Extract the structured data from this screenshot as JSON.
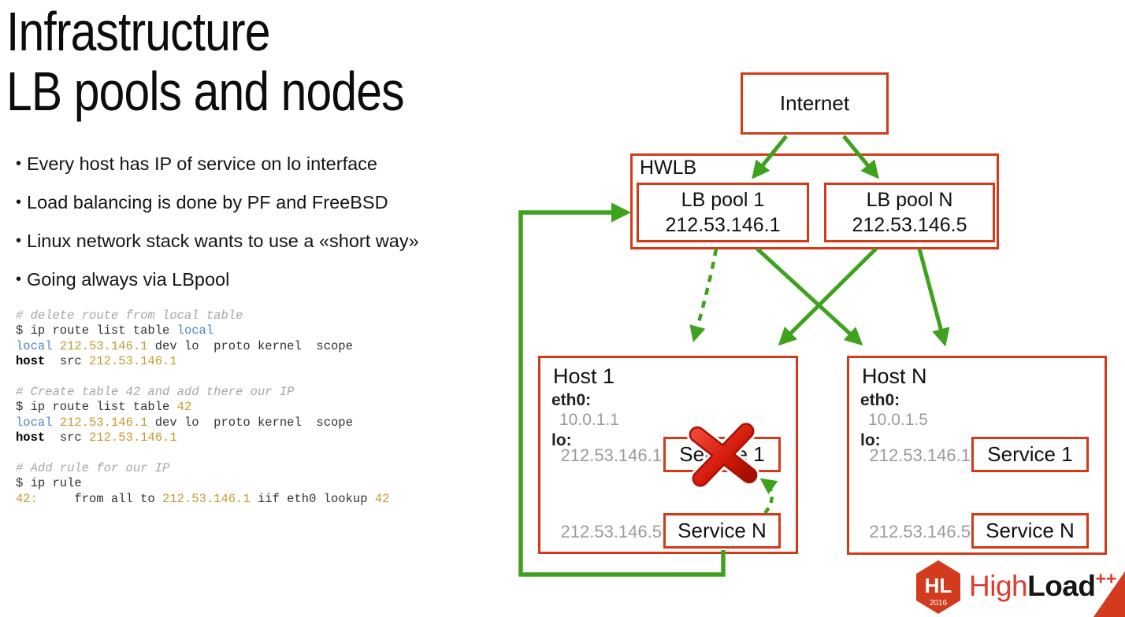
{
  "colors": {
    "box_red": "#d33a17",
    "arrow_green": "#3fa21e",
    "gray_text": "#9b9b9b",
    "code_comment": "#a6a6a6",
    "code_blue": "#4b86c6",
    "code_orange": "#c49b31",
    "brand_red": "#e23a2b"
  },
  "title": {
    "line1": "Infrastructure",
    "line2": "LB pools and nodes"
  },
  "bullets": [
    "Every host has IP of service on lo interface",
    "Load balancing is done by PF and FreeBSD",
    "Linux network stack wants to use a «short way»",
    "Going always via LBpool"
  ],
  "code": {
    "lines": [
      [
        {
          "t": "# delete route from local table",
          "c": "comment"
        }
      ],
      [
        {
          "t": "$ ip route list table ",
          "c": "plain"
        },
        {
          "t": "local",
          "c": "blue"
        }
      ],
      [
        {
          "t": "local",
          "c": "blue"
        },
        {
          "t": " ",
          "c": "plain"
        },
        {
          "t": "212.53.146.1",
          "c": "orange"
        },
        {
          "t": " dev lo  proto kernel  scope",
          "c": "plain"
        }
      ],
      [
        {
          "t": "host",
          "c": "bold"
        },
        {
          "t": "  src ",
          "c": "plain"
        },
        {
          "t": "212.53.146.1",
          "c": "orange"
        }
      ],
      [],
      [
        {
          "t": "# Create table 42 and add there our IP",
          "c": "comment"
        }
      ],
      [
        {
          "t": "$ ip route list table ",
          "c": "plain"
        },
        {
          "t": "42",
          "c": "orange"
        }
      ],
      [
        {
          "t": "local",
          "c": "blue"
        },
        {
          "t": " ",
          "c": "plain"
        },
        {
          "t": "212.53.146.1",
          "c": "orange"
        },
        {
          "t": " dev lo  proto kernel  scope",
          "c": "plain"
        }
      ],
      [
        {
          "t": "host",
          "c": "bold"
        },
        {
          "t": "  src ",
          "c": "plain"
        },
        {
          "t": "212.53.146.1",
          "c": "orange"
        }
      ],
      [],
      [
        {
          "t": "# Add rule for our IP",
          "c": "comment"
        }
      ],
      [
        {
          "t": "$ ip rule",
          "c": "plain"
        }
      ],
      [
        {
          "t": "42:",
          "c": "orange"
        },
        {
          "t": "     from all to ",
          "c": "plain"
        },
        {
          "t": "212.53.146.1",
          "c": "orange"
        },
        {
          "t": " iif eth0 lookup ",
          "c": "plain"
        },
        {
          "t": "42",
          "c": "orange"
        }
      ]
    ]
  },
  "diagram": {
    "internet_label": "Internet",
    "hwlb_label": "HWLB",
    "pools": [
      {
        "name": "LB pool 1",
        "ip": "212.53.146.1"
      },
      {
        "name": "LB pool N",
        "ip": "212.53.146.5"
      }
    ],
    "hosts": [
      {
        "name": "Host 1",
        "eth0_label": "eth0:",
        "eth0_ip": "10.0.1.1",
        "lo_label": "lo:",
        "service1_ip": "212.53.146.1",
        "service1_label": "Service 1",
        "service1_crossed_out": true,
        "serviceN_ip": "212.53.146.5",
        "serviceN_label": "Service N"
      },
      {
        "name": "Host N",
        "eth0_label": "eth0:",
        "eth0_ip": "10.0.1.5",
        "lo_label": "lo:",
        "service1_ip": "212.53.146.1",
        "service1_label": "Service 1",
        "service1_crossed_out": false,
        "serviceN_ip": "212.53.146.5",
        "serviceN_label": "Service N"
      }
    ]
  },
  "logo": {
    "hex_text": "HL",
    "hex_year": "2016",
    "brand_part1": "High",
    "brand_part2": "Load",
    "brand_suffix": "++"
  }
}
